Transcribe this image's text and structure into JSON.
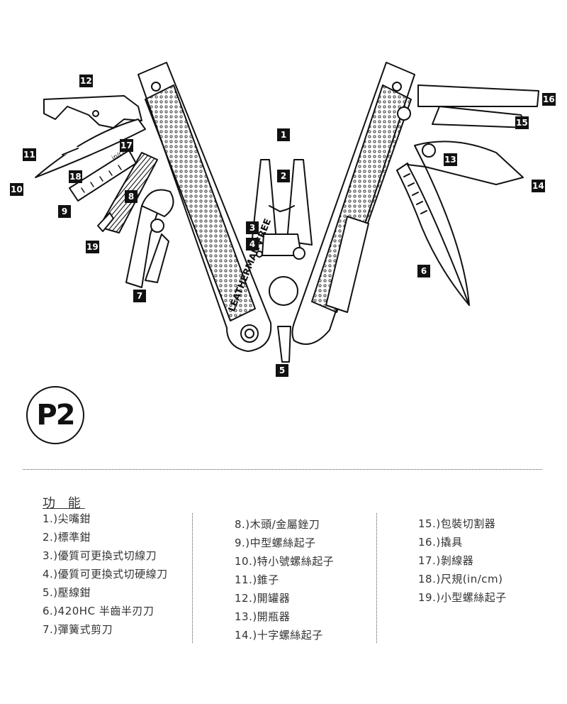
{
  "diagram": {
    "brand_text": "LEATHERMAN FREE",
    "model_on_handle": "P2",
    "ruler_mark": "in/cm",
    "callouts": [
      "1",
      "2",
      "3",
      "4",
      "5",
      "6",
      "7",
      "8",
      "9",
      "10",
      "11",
      "12",
      "13",
      "14",
      "15",
      "16",
      "17",
      "18",
      "19"
    ]
  },
  "model": "P2",
  "functions": {
    "title": "功 能",
    "column1": [
      "1.)尖嘴鉗",
      "2.)標準鉗",
      "3.)優質可更換式切線刀",
      "4.)優質可更換式切硬線刀",
      "5.)壓線鉗",
      "6.)420HC 半齒半刃刀",
      "7.)彈簧式剪刀"
    ],
    "column2": [
      "8.)木頭/金屬銼刀",
      "9.)中型螺絲起子",
      "10.)特小號螺絲起子",
      "11.)錐子",
      "12.)開罐器",
      "13.)開瓶器",
      "14.)十字螺絲起子"
    ],
    "column3": [
      "15.)包裝切割器",
      "16.)撬具",
      "17.)剝線器",
      "18.)尺規(in/cm)",
      "19.)小型螺絲起子"
    ]
  },
  "colors": {
    "ink": "#111111",
    "text": "#333333",
    "background": "#ffffff"
  }
}
